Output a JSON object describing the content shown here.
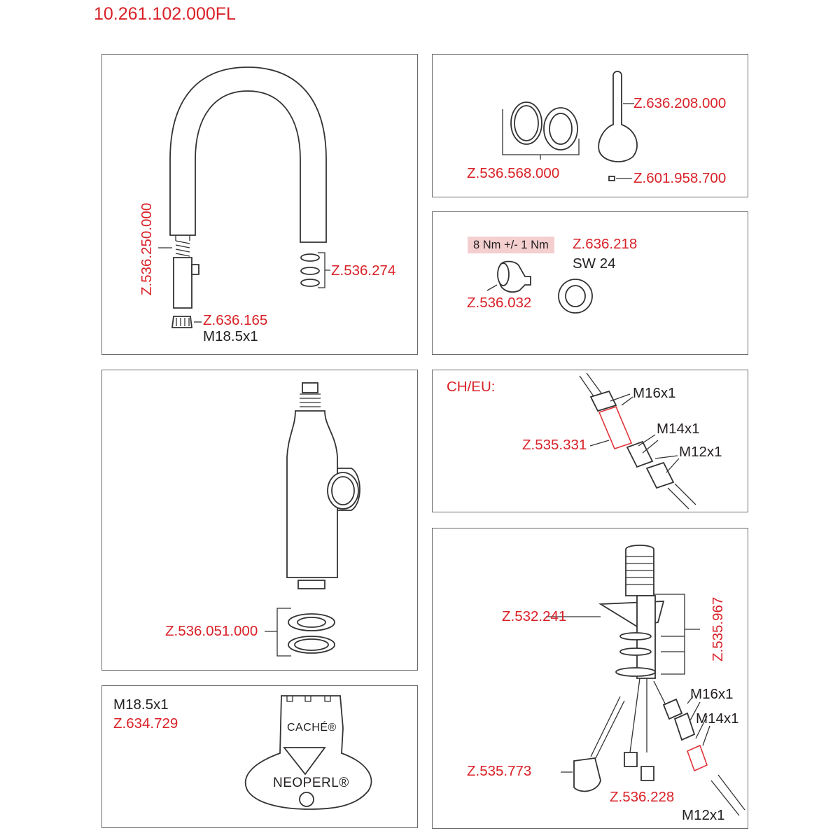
{
  "title": "10.261.102.000FL",
  "panel1": {
    "spout_set": "Z.536.250.000",
    "o_rings": "Z.536.274",
    "aerator": "Z.636.165",
    "aerator_thread": "M18.5x1"
  },
  "panel2": {
    "handle": "Z.636.208.000",
    "ring_set": "Z.536.568.000",
    "grub_screw": "Z.601.958.700"
  },
  "panel3": {
    "torque": "8 Nm +/- 1 Nm",
    "nut": "Z.636.218",
    "wrench": "SW 24",
    "cartridge": "Z.536.032"
  },
  "panel4": {
    "washer_set": "Z.536.051.000"
  },
  "panel5": {
    "thread": "M18.5x1",
    "tool": "Z.634.729",
    "logo_top": "CACHÉ®",
    "logo_bottom": "NEOPERL®"
  },
  "panel6": {
    "region": "CH/EU:",
    "thread_a": "M16x1",
    "adapter": "Z.535.331",
    "thread_b": "M14x1",
    "thread_c": "M12x1"
  },
  "panel7": {
    "fixing": "Z.532.241",
    "fixing_set": "Z.535.967",
    "thread_a": "M16x1",
    "thread_b": "M14x1",
    "hose": "Z.535.773",
    "adapter": "Z.536.228",
    "thread_c": "M12x1"
  }
}
